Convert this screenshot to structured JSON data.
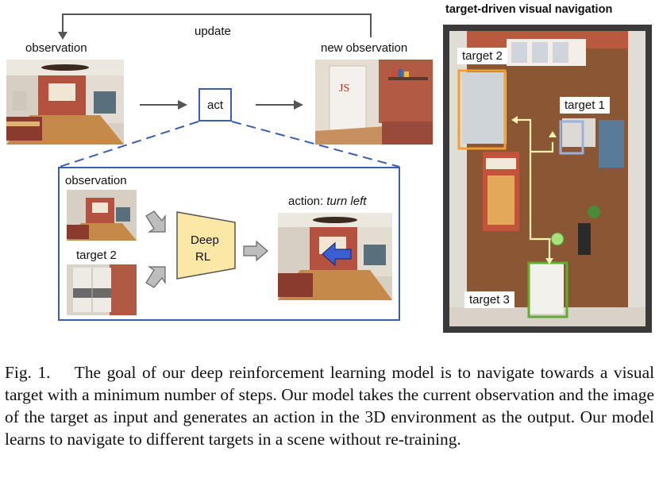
{
  "figure": {
    "update_label": "update",
    "observation_label": "observation",
    "new_observation_label": "new observation",
    "act_label": "act",
    "inner": {
      "observation_label": "observation",
      "target_label": "target 2",
      "model_line1": "Deep",
      "model_line2": "RL",
      "action_prefix": "action: ",
      "action_value": "turn left"
    },
    "map": {
      "title": "target-driven visual navigation",
      "targets": [
        {
          "label": "target 1",
          "color": "#9db0d8"
        },
        {
          "label": "target 2",
          "color": "#f0a030"
        },
        {
          "label": "target 3",
          "color": "#5cb030"
        }
      ],
      "path_color": "#fff3b0",
      "agent_color": "#a8e07a"
    },
    "box_color": "#3a5fb0",
    "model_color": "#fbe7a6",
    "arrow_color": "#3b5fd0"
  },
  "caption": {
    "prefix": "Fig. 1.",
    "text": "The goal of our deep reinforcement learning model is to navigate towards a visual target with a minimum number of steps. Our model takes the current observation and the image of the target as input and generates an action in the 3D environment as the output. Our model learns to navigate to different targets in a scene without re-training."
  }
}
